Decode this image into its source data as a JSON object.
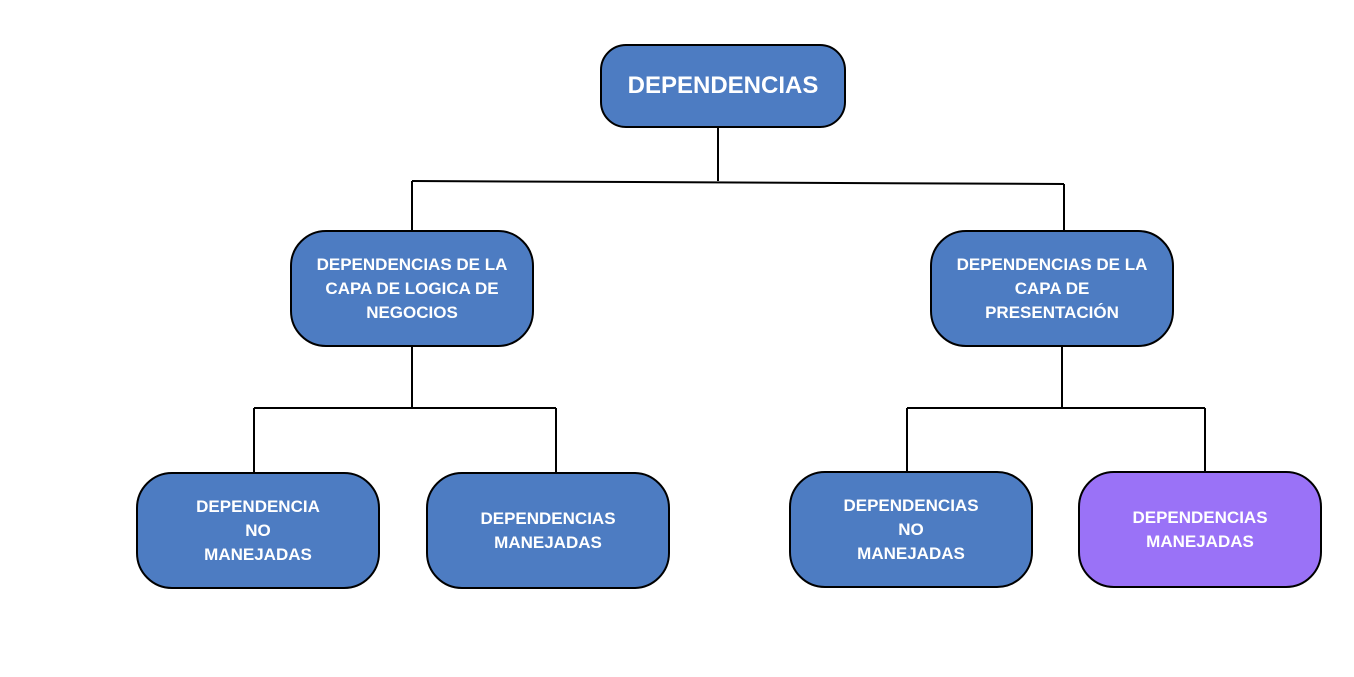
{
  "colors": {
    "node_fill": "#4d7cc2",
    "highlight_fill": "#9a72f7",
    "text": "#ffffff",
    "stroke": "#000000"
  },
  "root": {
    "label": "DEPENDENCIAS"
  },
  "business_layer": {
    "lines": [
      "DEPENDENCIAS DE LA",
      "CAPA DE LOGICA DE",
      "NEGOCIOS"
    ],
    "children": [
      {
        "lines": [
          "DEPENDENCIA",
          "NO",
          "MANEJADAS"
        ]
      },
      {
        "lines": [
          "DEPENDENCIAS",
          "MANEJADAS"
        ]
      }
    ]
  },
  "presentation_layer": {
    "lines": [
      "DEPENDENCIAS DE LA",
      "CAPA DE",
      "PRESENTACIÓN"
    ],
    "children": [
      {
        "lines": [
          "DEPENDENCIAS",
          "NO",
          "MANEJADAS"
        ]
      },
      {
        "lines": [
          "DEPENDENCIAS",
          "MANEJADAS"
        ],
        "highlighted": true
      }
    ]
  }
}
